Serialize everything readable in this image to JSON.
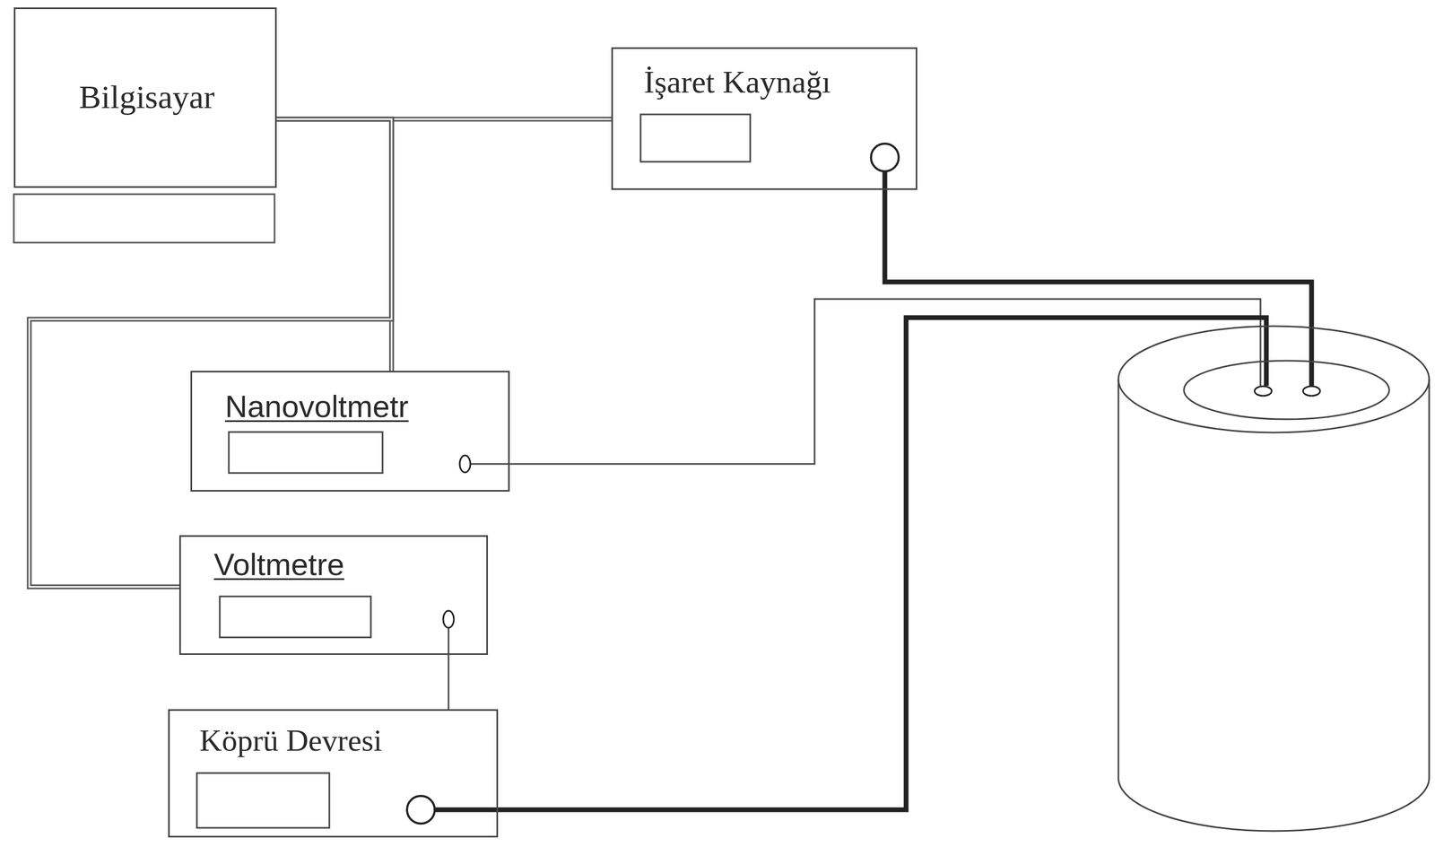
{
  "diagram": {
    "nodes": [
      {
        "text": [
          "Bilgisayar"
        ]
      },
      {
        "text": [
          "İşaret Kaynağı"
        ]
      },
      {
        "text": [
          "Nanovoltmetr"
        ]
      },
      {
        "text": [
          "Voltmetre"
        ]
      },
      {
        "text": [
          "Köprü Devresi"
        ]
      }
    ],
    "edges": [
      {
        "from": 0,
        "to": 1,
        "arrow": "none"
      },
      {
        "from": 0,
        "to": 2,
        "arrow": "none"
      },
      {
        "from": 0,
        "to": 3,
        "arrow": "none"
      },
      {
        "from": 3,
        "to": 4,
        "arrow": "none"
      }
    ]
  }
}
